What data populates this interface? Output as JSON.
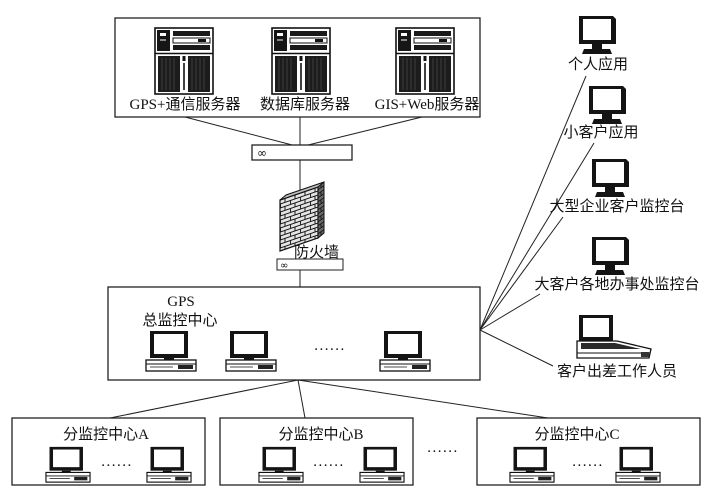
{
  "servers": [
    {
      "label": "GPS+通信服务器",
      "icon": "server-icon"
    },
    {
      "label": "数据库服务器",
      "icon": "server-icon"
    },
    {
      "label": "GIS+Web服务器",
      "icon": "server-icon"
    }
  ],
  "switch": {
    "symbol": "∞",
    "icon": "network-switch-icon"
  },
  "firewall": {
    "label": "防火墙",
    "icon": "brick-wall-icon",
    "hub_symbol": "∞"
  },
  "center": {
    "title_line1": "GPS",
    "title_line2": "总监控中心",
    "ellipsis": "......",
    "icon": "desktop-computer-icon"
  },
  "clients": [
    {
      "label": "个人应用",
      "icon": "monitor-icon"
    },
    {
      "label": "小客户应用",
      "icon": "monitor-icon"
    },
    {
      "label": "大型企业客户监控台",
      "icon": "monitor-icon"
    },
    {
      "label": "大客户各地办事处监控台",
      "icon": "monitor-icon"
    },
    {
      "label": "客户出差工作人员",
      "icon": "laptop-icon"
    }
  ],
  "branches": [
    {
      "label": "分监控中心A",
      "ellipsis": "......"
    },
    {
      "label": "分监控中心B",
      "ellipsis": "......"
    },
    {
      "label": "分监控中心C",
      "ellipsis": "......"
    }
  ],
  "more_branches": "......"
}
